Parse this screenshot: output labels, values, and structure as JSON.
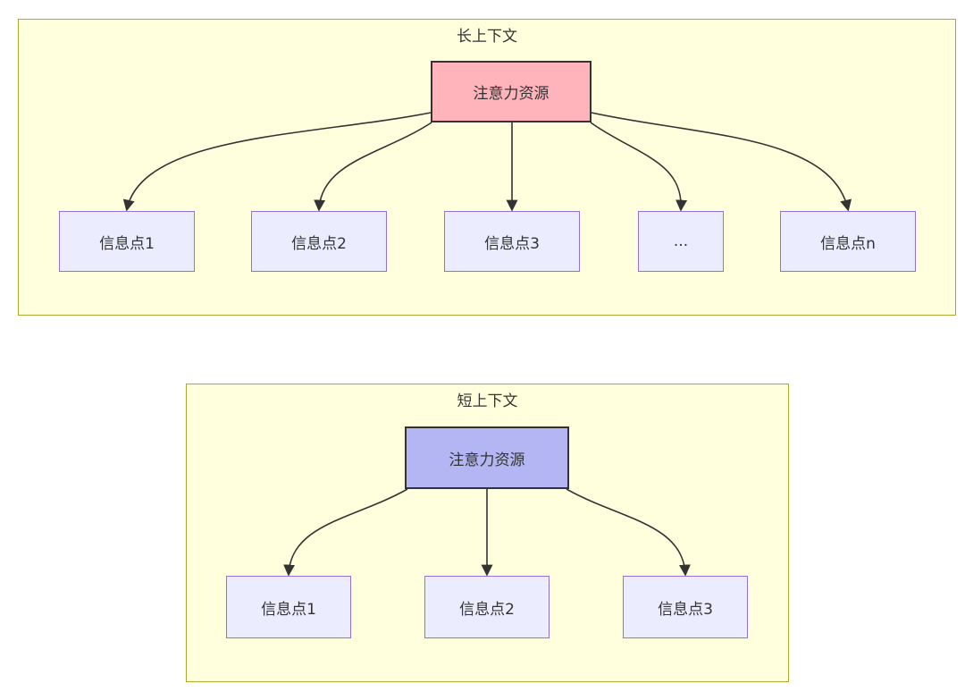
{
  "diagram": {
    "colors": {
      "cluster_fill": "#ffffde",
      "cluster_border": "#aaaa33",
      "node_fill": "#ececff",
      "node_border": "#9370db",
      "attention_long_fill": "#ffb3ba",
      "attention_short_fill": "#b3b6f2",
      "attention_border": "#333333",
      "arrow": "#333333",
      "text": "#333333"
    },
    "long_context": {
      "title": "长上下文",
      "attention": "注意力资源",
      "nodes": [
        "信息点1",
        "信息点2",
        "信息点3",
        "...",
        "信息点n"
      ]
    },
    "short_context": {
      "title": "短上下文",
      "attention": "注意力资源",
      "nodes": [
        "信息点1",
        "信息点2",
        "信息点3"
      ]
    }
  }
}
